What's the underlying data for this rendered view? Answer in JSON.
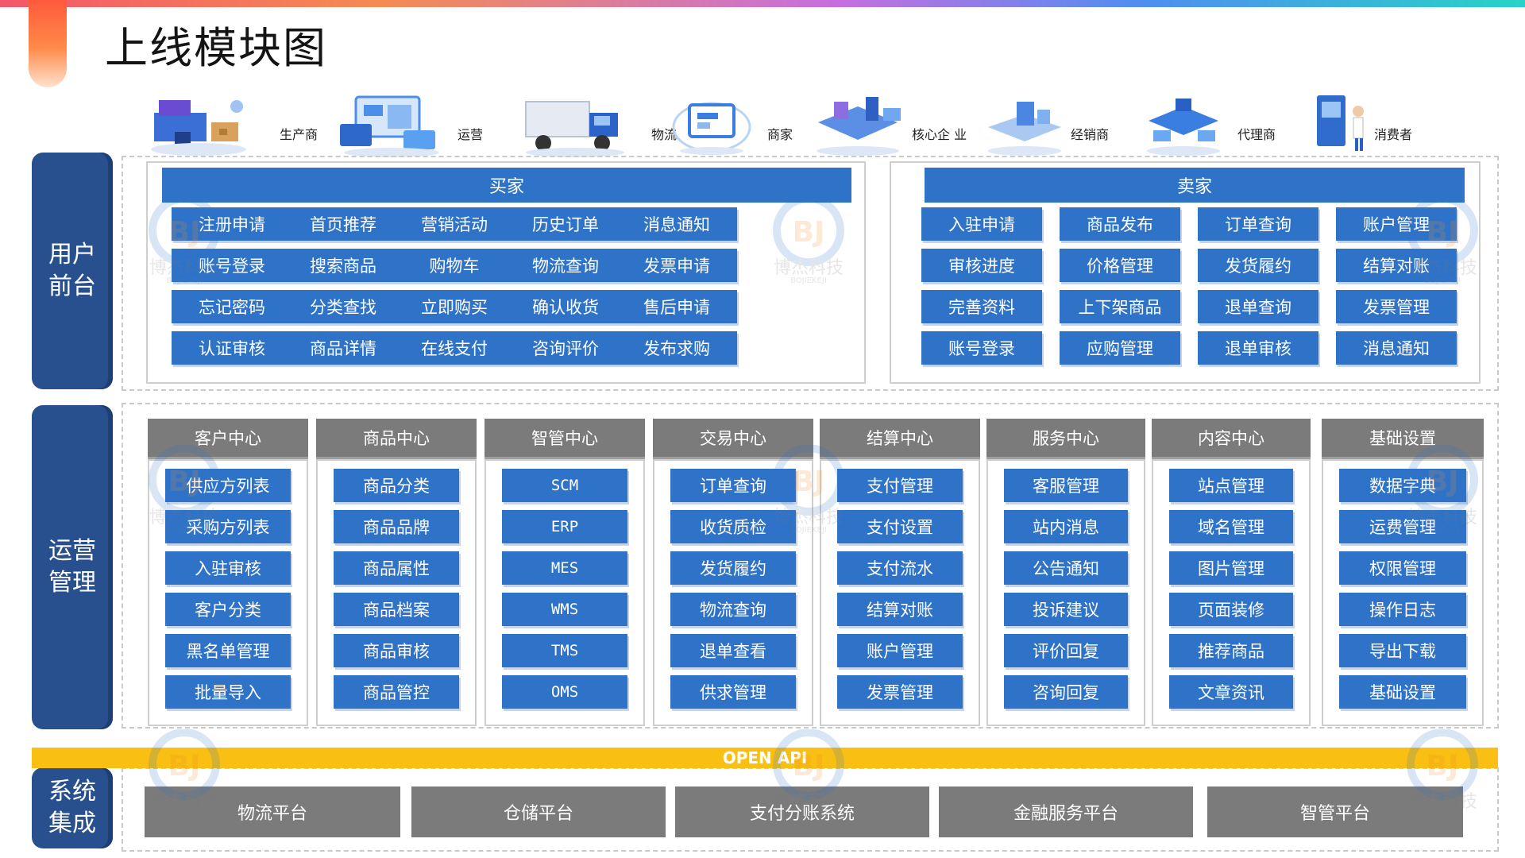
{
  "title": "上线模块图",
  "roles": [
    {
      "label": "生产商",
      "icon": "factory-icon"
    },
    {
      "label": "运营",
      "icon": "operation-dashboard-icon"
    },
    {
      "label": "物流",
      "icon": "truck-icon"
    },
    {
      "label": "商家",
      "icon": "merchant-monitor-icon"
    },
    {
      "label": "核心企 业",
      "icon": "enterprise-network-icon"
    },
    {
      "label": "经销商",
      "icon": "distributor-icon"
    },
    {
      "label": "代理商",
      "icon": "agent-network-icon"
    },
    {
      "label": "消费者",
      "icon": "consumer-icon"
    }
  ],
  "bands": {
    "user_front": "用户前台",
    "operations": "运营管理",
    "integration": "系统集成"
  },
  "buyer": {
    "header": "买家",
    "columns": [
      [
        "注册申请",
        "账号登录",
        "忘记密码",
        "认证审核"
      ],
      [
        "首页推荐",
        "搜索商品",
        "分类查找",
        "商品详情"
      ],
      [
        "营销活动",
        "购物车",
        "立即购买",
        "在线支付"
      ],
      [
        "历史订单",
        "物流查询",
        "确认收货",
        "咨询评价"
      ],
      [
        "消息通知",
        "发票申请",
        "售后申请",
        "发布求购"
      ]
    ]
  },
  "seller": {
    "header": "卖家",
    "columns": [
      [
        "入驻申请",
        "审核进度",
        "完善资料",
        "账号登录"
      ],
      [
        "商品发布",
        "价格管理",
        "上下架商品",
        "应购管理"
      ],
      [
        "订单查询",
        "发货履约",
        "退单查询",
        "退单审核"
      ],
      [
        "账户管理",
        "结算对账",
        "发票管理",
        "消息通知"
      ]
    ]
  },
  "ops_centers": [
    {
      "header": "客户中心",
      "items": [
        "供应方列表",
        "采购方列表",
        "入驻审核",
        "客户分类",
        "黑名单管理",
        "批量导入"
      ]
    },
    {
      "header": "商品中心",
      "items": [
        "商品分类",
        "商品品牌",
        "商品属性",
        "商品档案",
        "商品审核",
        "商品管控"
      ]
    },
    {
      "header": "智管中心",
      "items": [
        "SCM",
        "ERP",
        "MES",
        "WMS",
        "TMS",
        "OMS"
      ]
    },
    {
      "header": "交易中心",
      "items": [
        "订单查询",
        "收货质检",
        "发货履约",
        "物流查询",
        "退单查看",
        "供求管理"
      ]
    },
    {
      "header": "结算中心",
      "items": [
        "支付管理",
        "支付设置",
        "支付流水",
        "结算对账",
        "账户管理",
        "发票管理"
      ]
    },
    {
      "header": "服务中心",
      "items": [
        "客服管理",
        "站内消息",
        "公告通知",
        "投诉建议",
        "评价回复",
        "咨询回复"
      ]
    },
    {
      "header": "内容中心",
      "items": [
        "站点管理",
        "域名管理",
        "图片管理",
        "页面装修",
        "推荐商品",
        "文章资讯"
      ]
    },
    {
      "header": "基础设置",
      "items": [
        "数据字典",
        "运费管理",
        "权限管理",
        "操作日志",
        "导出下载",
        "基础设置"
      ]
    }
  ],
  "open_api": "OPEN API",
  "platforms": [
    "物流平台",
    "仓储平台",
    "支付分账系统",
    "金融服务平台",
    "智管平台"
  ],
  "watermark": {
    "cn": "博杰科技",
    "en": "BOJIEKEJI",
    "mark": "BJ"
  },
  "colors": {
    "module_blue": "#2f73c9",
    "band_navy": "#284f8e",
    "header_gray": "#7b7b7b",
    "api_yellow": "#f9bf12"
  }
}
